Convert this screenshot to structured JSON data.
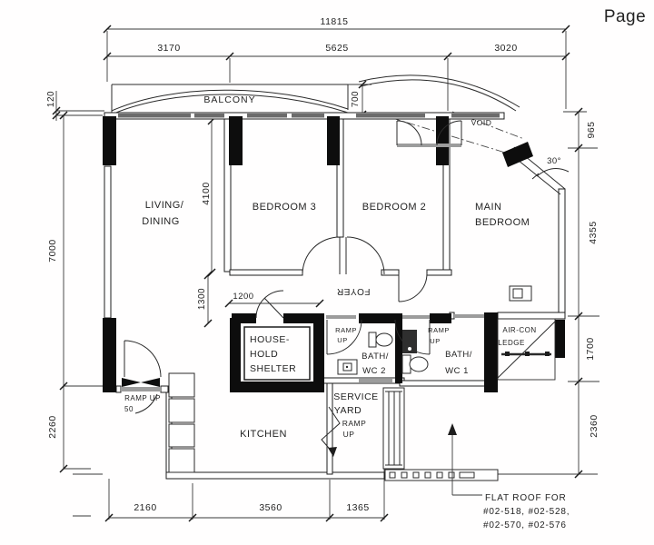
{
  "window": {
    "page_label": "Page"
  },
  "colors": {
    "line": "#2b2b2b",
    "wall_fill": "#0d0d0d",
    "window_panel": "#6b6b6b",
    "threshold": "#9c9c9c",
    "background": "#ffffff",
    "text": "#232323"
  },
  "rooms": {
    "balcony": "BALCONY",
    "living_line1": "LIVING/",
    "living_line2": "DINING",
    "bedroom3": "BEDROOM 3",
    "bedroom2": "BEDROOM 2",
    "main_line1": "MAIN",
    "main_line2": "BEDROOM",
    "void": "VOID",
    "foyer": "FOYER",
    "household_line1": "HOUSE-",
    "household_line2": "HOLD",
    "household_line3": "SHELTER",
    "bath2_line1": "BATH/",
    "bath2_line2": "WC 2",
    "bath1_line1": "BATH/",
    "bath1_line2": "WC 1",
    "aircon_line1": "AIR-CON",
    "aircon_line2": "LEDGE",
    "kitchen": "KITCHEN",
    "service_line1": "SERVICE",
    "service_line2": "YARD"
  },
  "annotations": {
    "ramp_word1": "RAMP",
    "ramp_word2": "UP",
    "entry_ramp": "RAMP UP",
    "entry_ramp_value": "50",
    "flat_roof_line1": "FLAT ROOF FOR",
    "flat_roof_line2": "#02-518, #02-528,",
    "flat_roof_line3": "#02-570, #02-576",
    "angle": "30°"
  },
  "dimensions": {
    "total_width": "11815",
    "top_segments": [
      "3170",
      "5625",
      "3020"
    ],
    "left": {
      "balcony_offset": "120",
      "living_depth": "7000",
      "lower_depth": "2260"
    },
    "right": {
      "void_width": "965",
      "main_depth": "4355",
      "ledge_depth": "1700",
      "flat_roof_depth": "2360"
    },
    "bottom_segments": [
      "2160",
      "3560",
      "1365"
    ],
    "interior": {
      "bedroom3_depth": "4100",
      "foyer_width": "1300",
      "shelter_front": "1200",
      "balcony_end": "700"
    }
  }
}
